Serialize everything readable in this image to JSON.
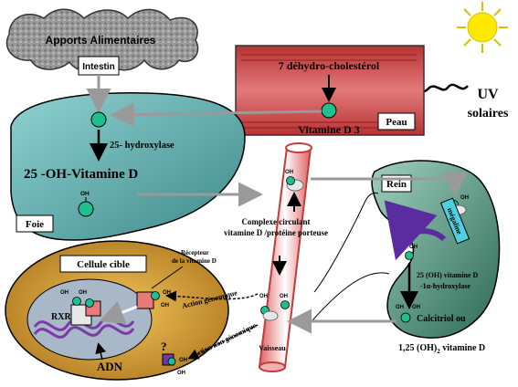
{
  "labels": {
    "apports": "Apports Alimentaires",
    "intestin": "Intestin",
    "dehydro": "7 déhydro-cholestérol",
    "vitd3": "Vitamine D 3",
    "peau": "Peau",
    "uv_line1": "UV",
    "uv_line2": "solaires",
    "hydroxylase25": "25- hydroxylase",
    "oh_vitd": "25 -OH-Vitamine D",
    "foie": "Foie",
    "oh": "OH",
    "complexe_line1": "Complexe circulant",
    "complexe_line2": "vitamine D /protéine porteuse",
    "rein": "Rein",
    "megaline": "mégaline",
    "rein_oh_line1": "25 (OH) vitamine D",
    "rein_oh_line2": "-1α-hydroxylase",
    "calcitriol": "Calcitriol ou",
    "oh2_prefix": "1,25 (OH)",
    "oh2_sub": "2",
    "oh2_suffix": " vitamine D",
    "cellule": "Cellule cible",
    "recepteur_line1": "Récepteur",
    "recepteur_line2": "de la vitamine D",
    "action_genomique": "Action génomique",
    "action_non_genomique": "Action non génomique",
    "rxr": "RXR",
    "adn": "ADN",
    "vaisseau": "Vaisseau",
    "question": "?"
  },
  "colors": {
    "molecule": "#1fbf8f",
    "skin": "#c43a3a",
    "liver": "#5aa8a8",
    "kidney": "#3f7a66",
    "cell": "#d9a43a",
    "vessel": "#c23b3b",
    "arrow_gray": "#9a9a9a",
    "sun": "#ffe800"
  }
}
